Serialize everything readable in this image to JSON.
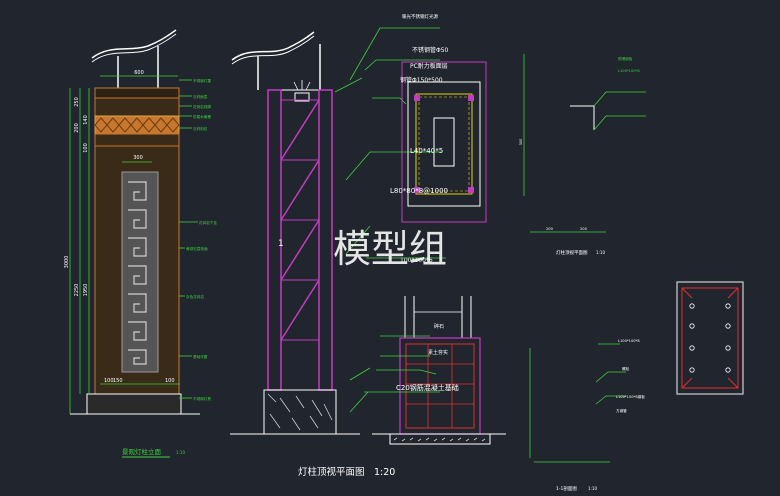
{
  "watermark": "模型组",
  "titles": {
    "elevation": "景观灯柱立面",
    "elevation_scale": "1:10",
    "plan": "灯柱顶视平面图",
    "plan_scale": "1:20",
    "top_plan": "灯柱顶视平面图",
    "top_plan_scale": "1:10",
    "section": "1-1剖面图",
    "section_scale": "1:10"
  },
  "labels": {
    "light_source": "暖光不锈钢灯光源",
    "stainless_pipe": "不锈钢管Φ50",
    "pc_board": "PC耐力板面层",
    "steel_pipe": "钢管Φ150*500",
    "angle_small": "L40*40*5",
    "angle_large": "L80*80*8@1000",
    "steel_plate": "100*100*6",
    "gravel": "碎石",
    "soil": "素土夯实",
    "concrete": "C20钢筋混凝土基础",
    "marker": "1"
  },
  "dims": {
    "top_width": "600",
    "inner_width": "300",
    "total_height": "3000",
    "seg_a": "2250",
    "seg_b": "1950",
    "base_a": "100",
    "base_b": "150",
    "base_c": "100",
    "d250": "250",
    "d200": "200",
    "d140": "140",
    "d100": "100",
    "d300": "300"
  },
  "notes": {
    "n1": "不锈钢灯罩",
    "n2": "石材面层",
    "n3": "花岗岩线脚",
    "n4": "防腐木格栅",
    "n5": "石材刻纹",
    "n6": "花岗岩干挂",
    "n7": "黄锈石荔枝面",
    "n8": "灰色花岗岩",
    "n9": "基础详图",
    "n10": "不锈钢灯具",
    "n11": "预埋钢板",
    "n12": "L100*100*8",
    "n13": "螺栓",
    "n14": "L100*100*8钢板",
    "n15": "方钢管"
  },
  "colors": {
    "background": "#21252e",
    "line": "#ffffff",
    "green": "#3fd23f",
    "magenta": "#c23cc2",
    "red": "#e03030",
    "orange": "#c8782e",
    "yellow": "#e0d020",
    "pillar": "#3a2a18",
    "panel": "#555555"
  }
}
